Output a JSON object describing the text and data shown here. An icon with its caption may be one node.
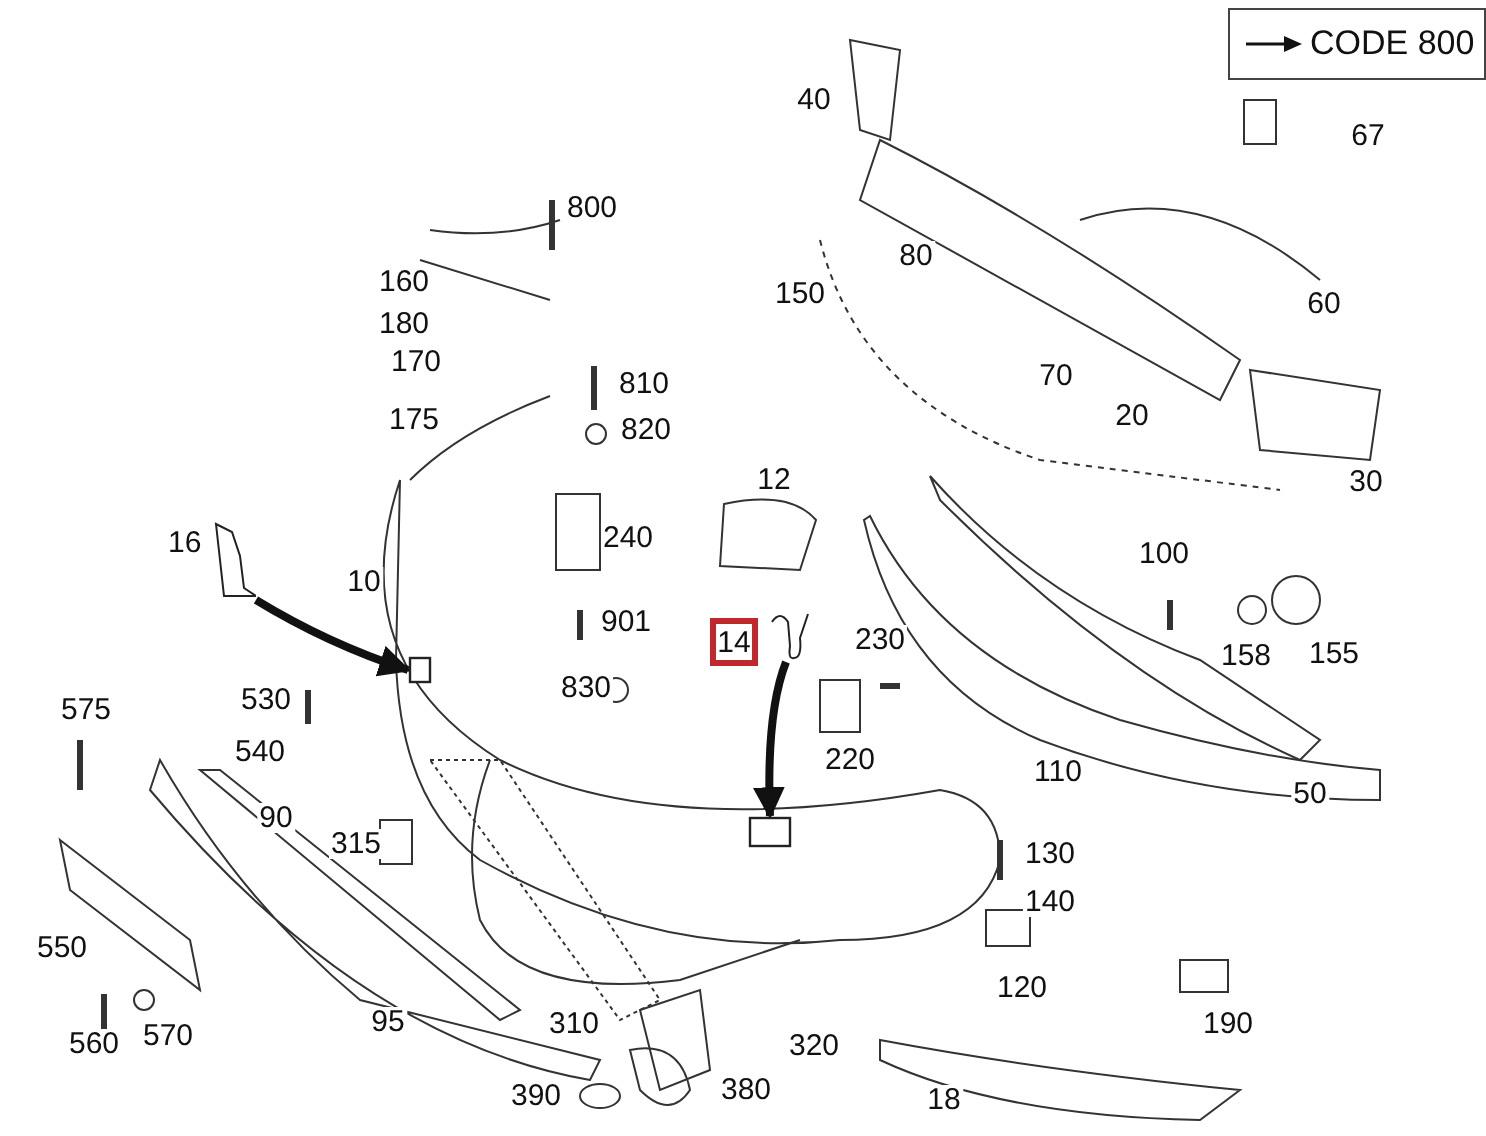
{
  "diagram": {
    "nodes": [
      {
        "text": [
          "CODE 800"
        ]
      },
      {
        "text": [
          "14"
        ]
      },
      {
        "text": [],
        "shape": "picture"
      },
      {
        "text": [],
        "shape": "box"
      },
      {
        "text": [],
        "shape": "picture",
        "beside": [
          "16"
        ]
      },
      {
        "text": [],
        "shape": "box"
      }
    ],
    "edges": [
      {
        "from": 2,
        "to": 3,
        "arrow": "to"
      },
      {
        "from": 4,
        "to": 5,
        "arrow": "to"
      }
    ],
    "labels": [
      "40",
      "67",
      "800",
      "80",
      "160",
      "150",
      "60",
      "180",
      "170",
      "70",
      "810",
      "20",
      "175",
      "820",
      "12",
      "30",
      "240",
      "100",
      "10",
      "901",
      "230",
      "155",
      "158",
      "830",
      "530",
      "575",
      "540",
      "220",
      "110",
      "50",
      "90",
      "315",
      "130",
      "140",
      "550",
      "120",
      "95",
      "310",
      "190",
      "570",
      "560",
      "320",
      "380",
      "390",
      "18"
    ]
  }
}
